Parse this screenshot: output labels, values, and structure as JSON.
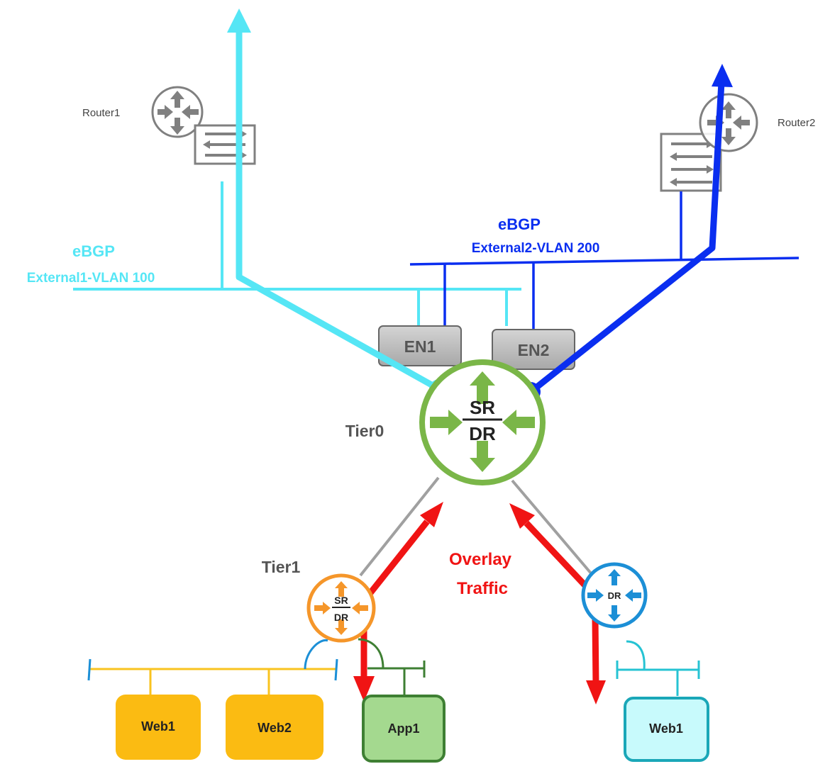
{
  "routers": {
    "router1": "Router1",
    "router2": "Router2"
  },
  "external1": {
    "protocol": "eBGP",
    "vlan": "External1-VLAN 100"
  },
  "external2": {
    "protocol": "eBGP",
    "vlan": "External2-VLAN 200"
  },
  "edge_nodes": {
    "en1": "EN1",
    "en2": "EN2"
  },
  "tier0": {
    "label": "Tier0",
    "sr": "SR",
    "dr": "DR"
  },
  "tier1": {
    "label": "Tier1",
    "sr": "SR",
    "dr": "DR"
  },
  "dr_router": {
    "dr": "DR"
  },
  "overlay": {
    "line1": "Overlay",
    "line2": "Traffic"
  },
  "vms": {
    "web1_left": "Web1",
    "web2": "Web2",
    "app1": "App1",
    "web1_right": "Web1"
  },
  "colors": {
    "cyan": "#55e6f5",
    "blue": "#0a2ef0",
    "green": "#7ab648",
    "orange": "#f5962a",
    "dr_blue": "#1c8fd6",
    "red": "#f01414",
    "gray": "#777777"
  }
}
